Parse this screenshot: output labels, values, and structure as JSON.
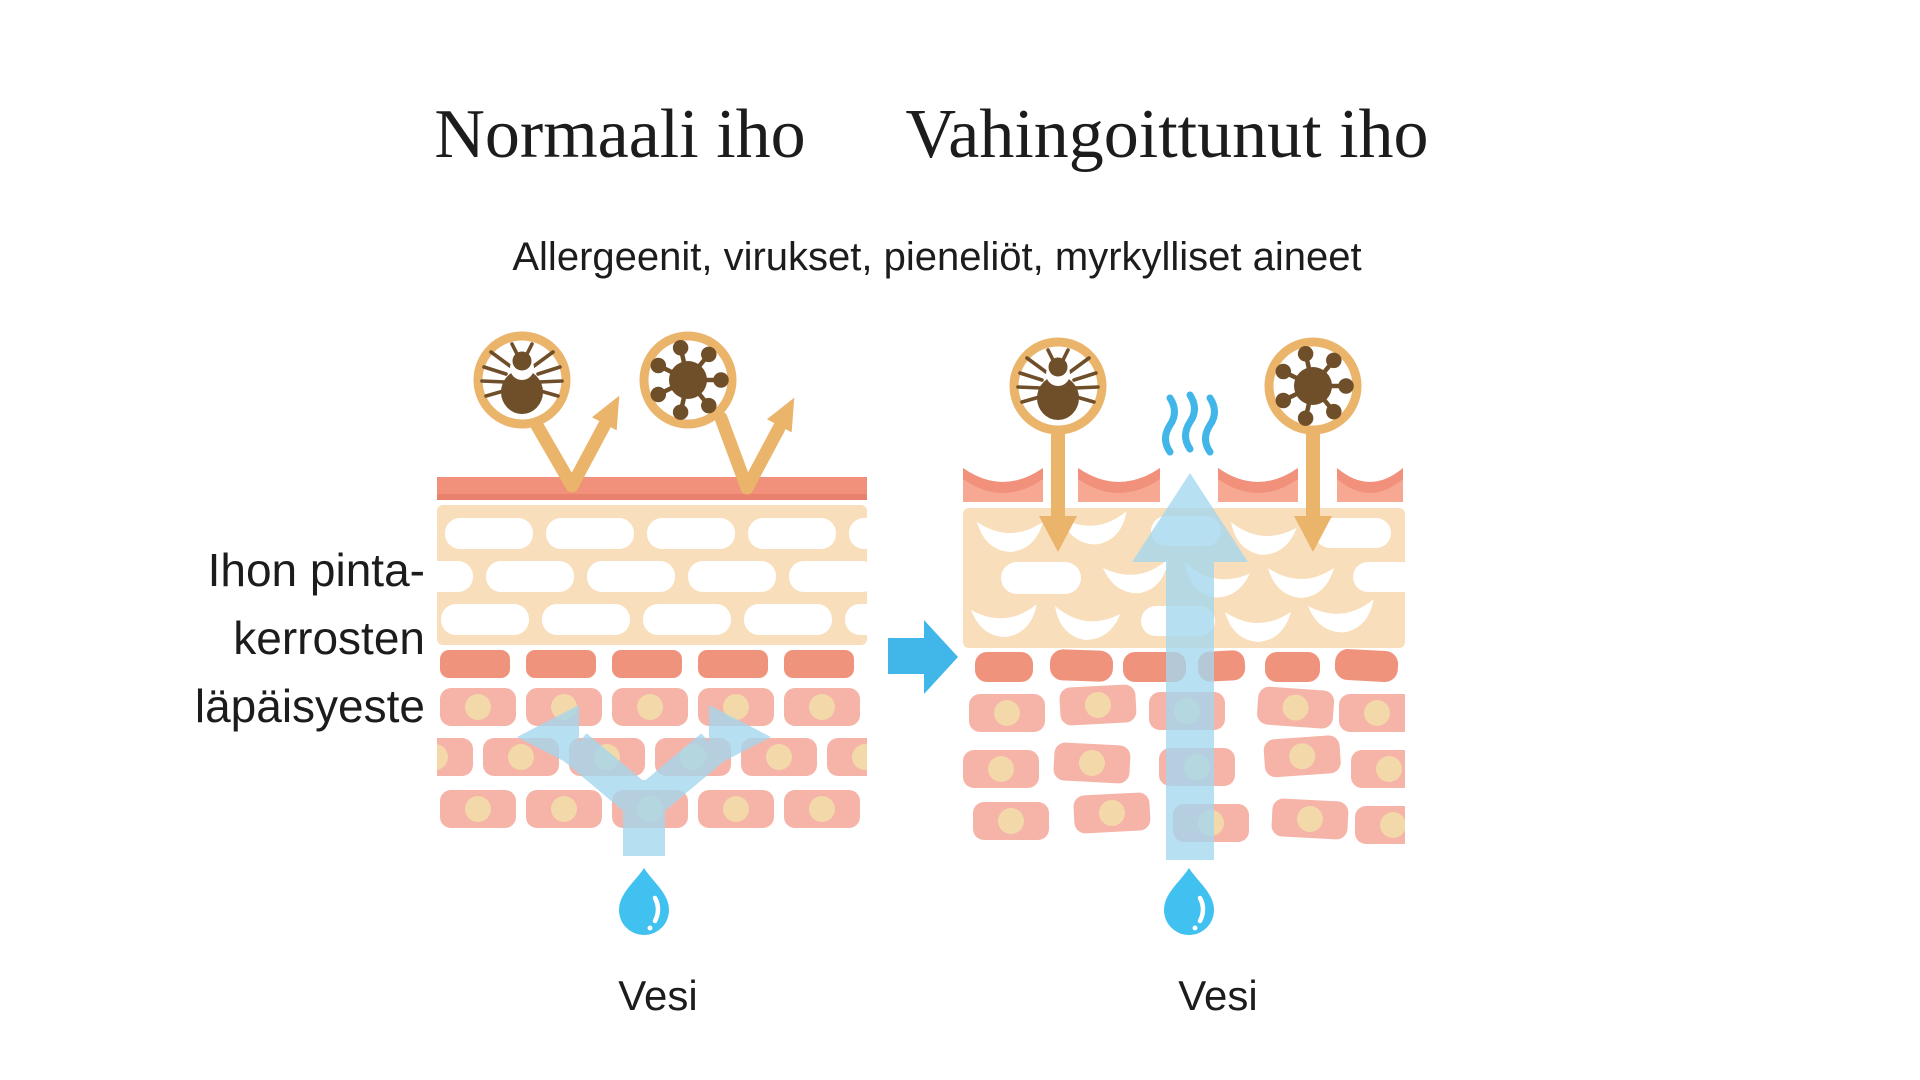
{
  "titles": {
    "left": "Normaali iho",
    "right": "Vahingoittunut iho"
  },
  "subtitle": "Allergeenit, virukset, pieneliöt, myrkylliset aineet",
  "side_label": {
    "lines": [
      "Ihon pinta-",
      "kerrosten",
      "läpäisyeste"
    ]
  },
  "water_labels": {
    "left": "Vesi",
    "right": "Vesi"
  },
  "icons": {
    "tick": "tick-icon",
    "virus": "virus-icon",
    "deflected_arrow": "deflected-arrow-icon",
    "penetration_arrow": "penetration-arrow-icon",
    "transition_arrow": "arrow-right-icon",
    "water_retention_arrow": "water-retention-arrow-icon",
    "water_loss_arrow": "water-loss-arrow-icon",
    "steam": "steam-icon",
    "water_drop": "water-drop-icon"
  },
  "colors": {
    "background": "#ffffff",
    "text": "#1c1c1c",
    "gold": "#ebb46b",
    "brown": "#6f4f2a",
    "surface": "#f1907b",
    "surface_dark": "#e9826c",
    "surface_light": "#f6a893",
    "epidermis": "#f8deba",
    "granular": "#f0937d",
    "basal": "#f6b3a8",
    "nucleus": "#f3d9a9",
    "water_blue": "#41b6e8",
    "water_light": "#a3d7ef",
    "drop_blue": "#40c1f0",
    "cell_white": "#ffffff"
  }
}
